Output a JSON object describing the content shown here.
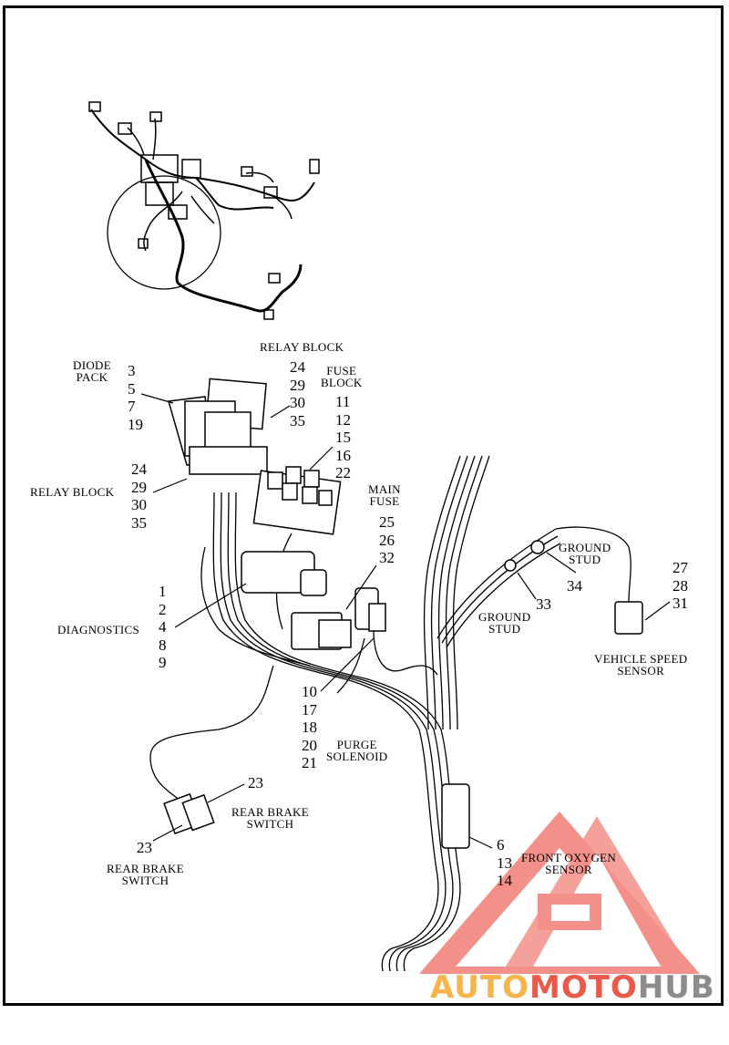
{
  "labels": {
    "relay_block_top": "RELAY BLOCK",
    "relay_block_top_nums": [
      "24",
      "29",
      "30",
      "35"
    ],
    "diode_pack": "DIODE\nPACK",
    "diode_nums": [
      "3",
      "5",
      "7",
      "19"
    ],
    "fuse_block": "FUSE\nBLOCK",
    "fuse_nums": [
      "11",
      "12",
      "15",
      "16",
      "22"
    ],
    "relay_block_left": "RELAY BLOCK",
    "relay_block_left_nums": [
      "24",
      "29",
      "30",
      "35"
    ],
    "main_fuse": "MAIN\nFUSE",
    "main_fuse_nums": [
      "25",
      "26",
      "32"
    ],
    "ground_stud_upper": "GROUND\nSTUD",
    "ground_stud_upper_num": "34",
    "ground_stud_lower": "GROUND\nSTUD",
    "ground_stud_lower_num": "33",
    "vss_nums": [
      "27",
      "28",
      "31"
    ],
    "vehicle_speed_sensor": "VEHICLE SPEED\nSENSOR",
    "diagnostics": "DIAGNOSTICS",
    "diagnostics_nums": [
      "1",
      "2",
      "4",
      "8",
      "9"
    ],
    "purge_nums": [
      "10",
      "17",
      "18",
      "20",
      "21"
    ],
    "purge_solenoid": "PURGE\nSOLENOID",
    "rear_brake_upper_num": "23",
    "rear_brake_upper": "REAR BRAKE\nSWITCH",
    "rear_brake_lower_num": "23",
    "rear_brake_lower": "REAR BRAKE\nSWITCH",
    "front_oxygen_nums": [
      "6",
      "13",
      "14"
    ],
    "front_oxygen_sensor": "FRONT OXYGEN\nSENSOR"
  },
  "watermark": {
    "part1": "AUTO",
    "part2": "MOTO",
    "part3": "HUB",
    "colors": {
      "auto": "#f6b44c",
      "moto": "#ea5a4a",
      "hub": "#8c8c8c",
      "logo": "#ef6b63"
    }
  }
}
